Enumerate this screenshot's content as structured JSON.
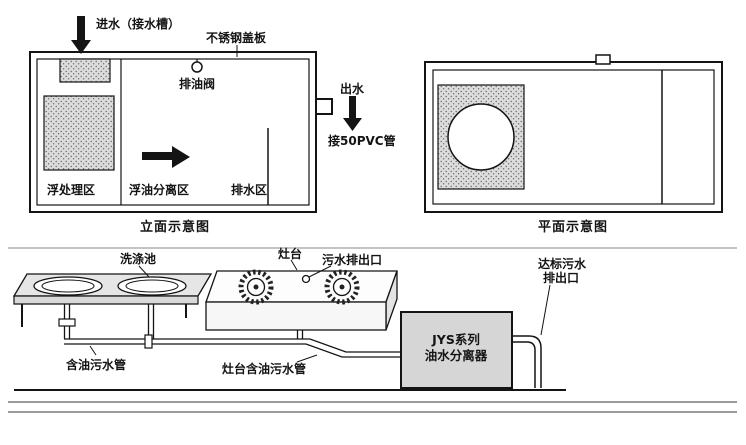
{
  "elevation": {
    "caption": "立面示意图",
    "inlet_label": "进水（接水槽）",
    "cover_label": "不锈钢盖板",
    "oil_valve_label": "排油阀",
    "outlet_label": "出水",
    "outlet_pipe_label": "接50PVC管",
    "zone_float_treatment": "浮处理区",
    "zone_oil_separation": "浮油分离区",
    "zone_drain": "排水区"
  },
  "plan": {
    "caption": "平面示意图"
  },
  "installation": {
    "sink_label": "洗涤池",
    "stove_label": "灶台",
    "sewage_outlet_label": "污水排出口",
    "compliant_outlet_line1": "达标污水",
    "compliant_outlet_line2": "排出口",
    "separator_name_line1": "JYS系列",
    "separator_name_line2": "油水分离器",
    "oily_pipe_label": "含油污水管",
    "stove_oily_pipe_label": "灶台含油污水管"
  },
  "colors": {
    "line": "#141414",
    "separator_box_fill": "#d6d6d6",
    "stipple_base": "#dcdcdc",
    "background": "#ffffff"
  }
}
